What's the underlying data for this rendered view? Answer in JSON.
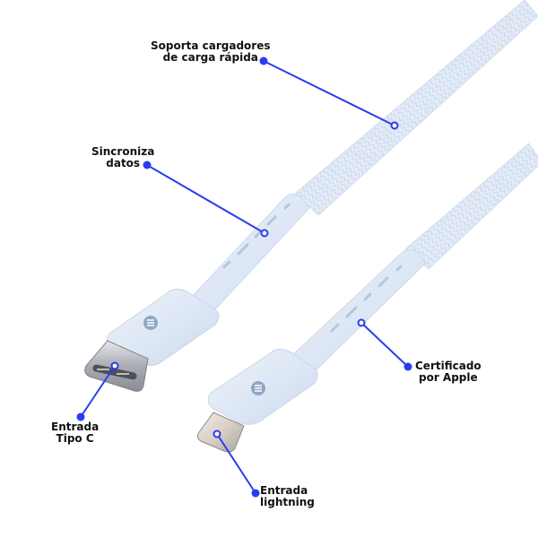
{
  "diagram": {
    "subject": "USB-C to Lightning braided cable",
    "colors": {
      "background": "#ffffff",
      "cable": "#dfe8f6",
      "cable_shadow": "#c6d3e8",
      "cable_highlight": "#eef3fb",
      "callout_line": "#2a3cf0",
      "label_text": "#111111",
      "logo_badge": "#8fa6c8",
      "metal_connector": "#b9bcc2"
    },
    "callouts": [
      {
        "id": "fast-charge",
        "lines": [
          "Soporta cargadores",
          "de carga rápida"
        ]
      },
      {
        "id": "data-sync",
        "lines": [
          "Sincroniza",
          "datos"
        ]
      },
      {
        "id": "apple-certified",
        "lines": [
          "Certificado",
          "por Apple"
        ]
      },
      {
        "id": "usb-c-input",
        "lines": [
          "Entrada",
          "Tipo C"
        ]
      },
      {
        "id": "lightning-input",
        "lines": [
          "Entrada",
          "lightning"
        ]
      }
    ],
    "connectors": [
      {
        "id": "usb-c",
        "type": "USB Tipo C",
        "logo": "m"
      },
      {
        "id": "lightning",
        "type": "Lightning",
        "logo": "m"
      }
    ]
  }
}
